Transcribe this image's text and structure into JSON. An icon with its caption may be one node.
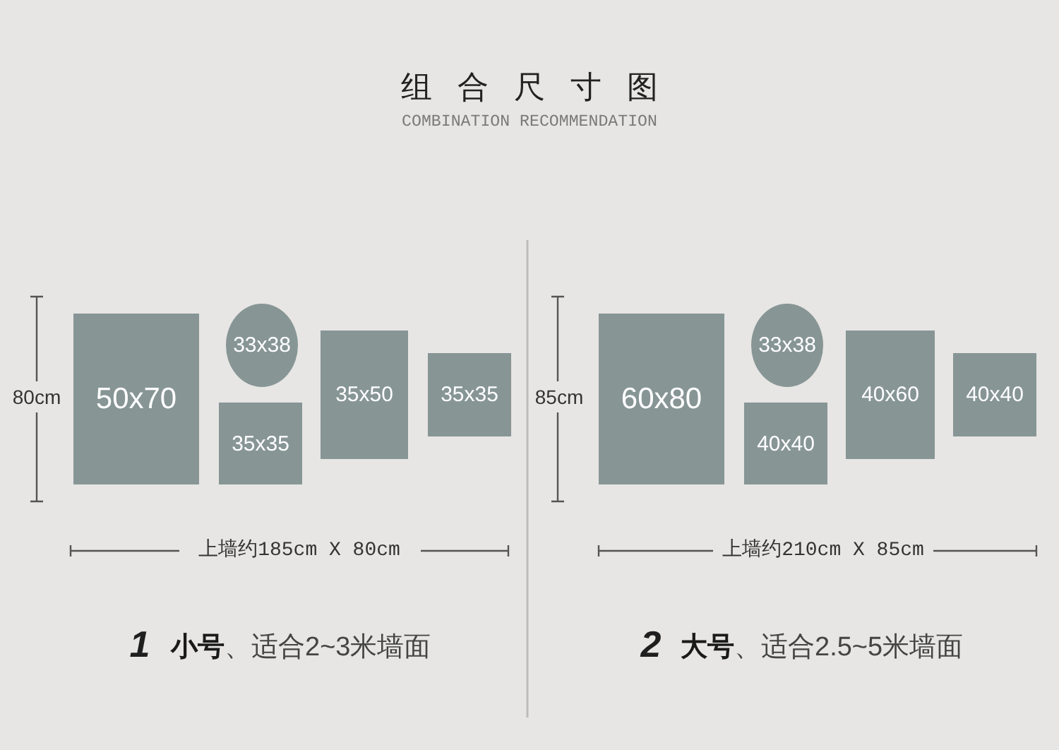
{
  "diagram": {
    "title": "组 合 尺 寸 图",
    "nodes": [
      {
        "text": [
          "50x70"
        ]
      },
      {
        "text": [
          "33x38"
        ]
      },
      {
        "text": [
          "35x35"
        ]
      },
      {
        "text": [
          "35x50"
        ]
      },
      {
        "text": [
          "35x35"
        ]
      },
      {
        "text": [
          "60x80"
        ]
      },
      {
        "text": [
          "33x38"
        ]
      },
      {
        "text": [
          "40x40"
        ]
      },
      {
        "text": [
          "40x60"
        ]
      },
      {
        "text": [
          "40x40"
        ]
      }
    ],
    "labels": [
      "COMBINATION RECOMMENDATION",
      "80cm",
      "上墙约185cm X 80cm",
      "1",
      "**小号**、适合2~3米墙面",
      "85cm",
      "上墙约210cm X 85cm",
      "2",
      "**大号**、适合2.5~5米墙面"
    ]
  }
}
